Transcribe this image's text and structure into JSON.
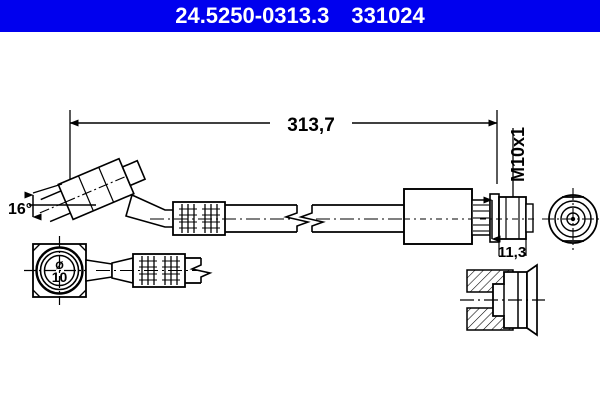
{
  "header": {
    "part_number": "24.5250-0313.3",
    "reference_number": "331024",
    "background_color": "#0000ee",
    "text_color": "#ffffff"
  },
  "drawing": {
    "title": "brake-hose-technical-drawing",
    "line_color": "#000000",
    "background_color": "#ffffff",
    "dimensions": {
      "overall_length": "313,7",
      "bend_angle": "16°",
      "thread_spec": "M10x1",
      "hex_width": "11,3",
      "bore_diameter_symbol": "Ø",
      "bore_diameter_value": "10"
    },
    "views": [
      {
        "name": "main-assembly-view",
        "label": "main-assembly"
      },
      {
        "name": "banjo-end-face-view",
        "label": "banjo-end-face"
      },
      {
        "name": "hose-end-detail-view",
        "label": "hose-end-detail"
      },
      {
        "name": "thread-end-face-view",
        "label": "thread-end-face"
      },
      {
        "name": "seat-section-view",
        "label": "seat-section"
      }
    ]
  },
  "chart_data": {
    "type": "table",
    "title": "24.5250-0313.3 331024",
    "categories": [
      "overall_length",
      "bend_angle",
      "thread",
      "hex_width",
      "bore"
    ],
    "values": [
      "313,7",
      "16°",
      "M10x1",
      "11,3",
      "10"
    ]
  }
}
